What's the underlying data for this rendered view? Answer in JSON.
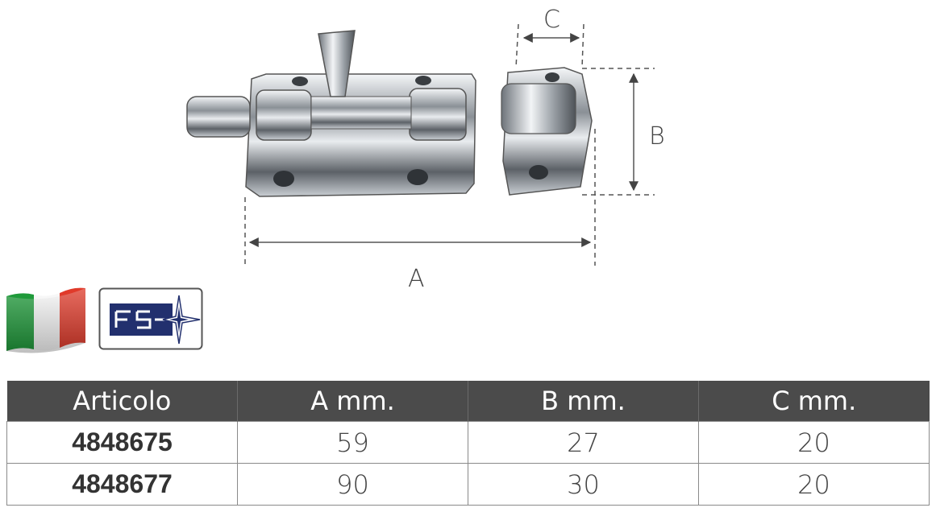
{
  "dimensions": {
    "a": "A",
    "b": "B",
    "c": "C"
  },
  "table": {
    "headers": [
      "Articolo",
      "A mm.",
      "B mm.",
      "C mm."
    ],
    "rows": [
      [
        "4848675",
        "59",
        "27",
        "20"
      ],
      [
        "4848677",
        "90",
        "30",
        "20"
      ]
    ]
  },
  "colors": {
    "header_bg": "#4b4b4b",
    "border": "#8a8a8a",
    "brand_blue": "#22306e"
  },
  "icons": {
    "origin": "italian-flag-icon",
    "brand": "fs-compass-logo-icon"
  }
}
